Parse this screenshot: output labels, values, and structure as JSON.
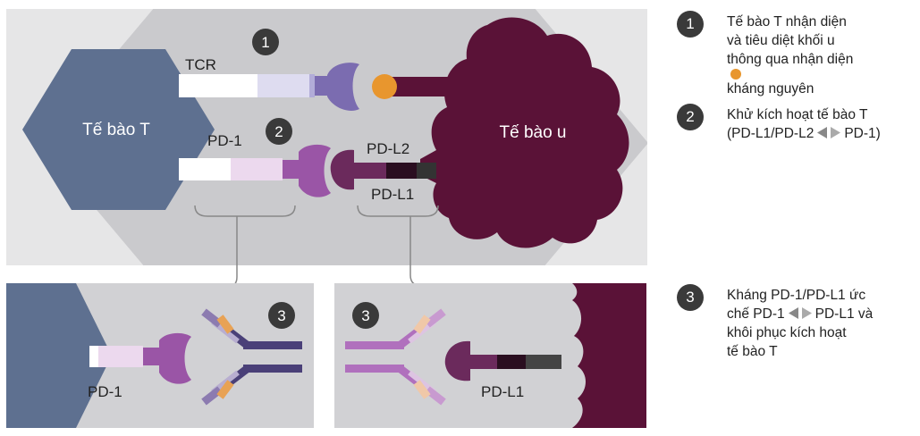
{
  "diagram": {
    "t_cell_label": "Tế bào T",
    "tumor_cell_label": "Tế bào u",
    "tcr_label": "TCR",
    "pd1_label": "PD-1",
    "pdl2_label": "PD-L2",
    "pdl1_label": "PD-L1",
    "badge_1": "1",
    "badge_2": "2",
    "badge_3": "3",
    "bottom_left_pd1_label": "PD-1",
    "bottom_right_pdl1_label": "PD-L1"
  },
  "legend": [
    {
      "number": "1",
      "lines": [
        "Tế bào T nhận diện",
        "và tiêu diệt khối u",
        "thông qua nhận diện",
        "kháng nguyên"
      ]
    },
    {
      "number": "2",
      "lines": [
        "Khử kích hoạt tế bào T",
        "(PD-L1/PD-L2",
        "PD-1)"
      ]
    },
    {
      "number": "3",
      "lines": [
        "Kháng PD-1/PD-L1 ức",
        "chế PD-1",
        "PD-L1 và",
        "khôi phục kích hoạt",
        "tế bào T"
      ]
    }
  ],
  "colors": {
    "t_cell": "#5e7090",
    "tumor": "#5a1237",
    "antigen": "#e8962e",
    "panel_bg": "#d1d1d4",
    "tcr_purple": "#7b6cb0",
    "pd1_purple": "#9a55a6",
    "pdl_purple": "#6b2a5c",
    "badge": "#3a3a3a"
  }
}
